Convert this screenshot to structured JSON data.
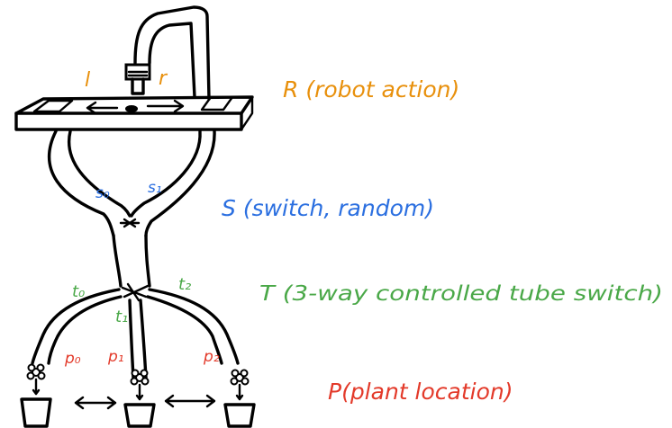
{
  "colors": {
    "robot": "#e8900c",
    "switch": "#2b6fe0",
    "tube": "#4aa848",
    "plant": "#e33a2a",
    "ink": "#000000"
  },
  "labels": {
    "robot_left": "l",
    "robot_right": "r",
    "switch_0": "s₀",
    "switch_1": "s₁",
    "tube_0": "t₀",
    "tube_1": "t₁",
    "tube_2": "t₂",
    "plant_0": "p₀",
    "plant_1": "p₁",
    "plant_2": "p₂"
  },
  "legend": {
    "robot": "R (robot action)",
    "switch": "S (switch, random)",
    "tube": "T (3-way controlled tube switch)",
    "plant": "P(plant location)"
  },
  "icons": {
    "flower": "flower-pot-icon",
    "double_arrow": "double-arrow-icon",
    "arrow_left": "arrow-left-icon",
    "arrow_right": "arrow-right-icon"
  }
}
